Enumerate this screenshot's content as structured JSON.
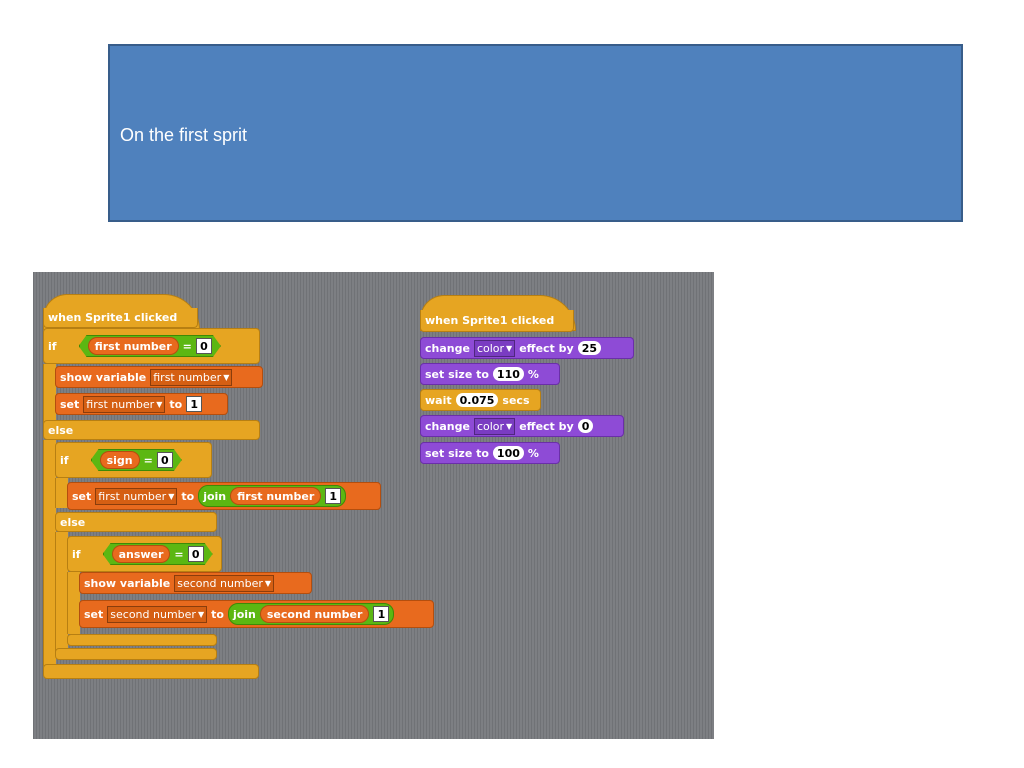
{
  "slide": {
    "title": "On the first sprit"
  },
  "left": {
    "hat": "when Sprite1 clicked",
    "if1": {
      "kw": "if",
      "var": "first number",
      "op": "=",
      "val": "0"
    },
    "show1": {
      "label": "show variable",
      "var": "first number"
    },
    "set1": {
      "label": "set",
      "var": "first number",
      "to": "to",
      "val": "1"
    },
    "else1": "else",
    "if2": {
      "kw": "if",
      "var": "sign",
      "op": "=",
      "val": "0"
    },
    "set2": {
      "label": "set",
      "var": "first number",
      "to": "to",
      "join": "join",
      "joinvar": "first number",
      "val": "1"
    },
    "else2": "else",
    "if3": {
      "kw": "if",
      "var": "answer",
      "op": "=",
      "val": "0"
    },
    "show2": {
      "label": "show variable",
      "var": "second number"
    },
    "set3": {
      "label": "set",
      "var": "second number",
      "to": "to",
      "join": "join",
      "joinvar": "second number",
      "val": "1"
    }
  },
  "right": {
    "hat": "when Sprite1 clicked",
    "change1": {
      "label": "change",
      "effect": "color",
      "by": "effect by",
      "val": "25"
    },
    "size1": {
      "label": "set size to",
      "val": "110",
      "unit": "%"
    },
    "wait": {
      "label": "wait",
      "val": "0.075",
      "unit": "secs"
    },
    "change2": {
      "label": "change",
      "effect": "color",
      "by": "effect by",
      "val": "0"
    },
    "size2": {
      "label": "set size to",
      "val": "100",
      "unit": "%"
    }
  },
  "colors": {
    "control": "#e6a522",
    "variables": "#e86a1e",
    "looks": "#8e4bd6",
    "operators": "#5cb712",
    "slide_box": "#4f81bd"
  }
}
